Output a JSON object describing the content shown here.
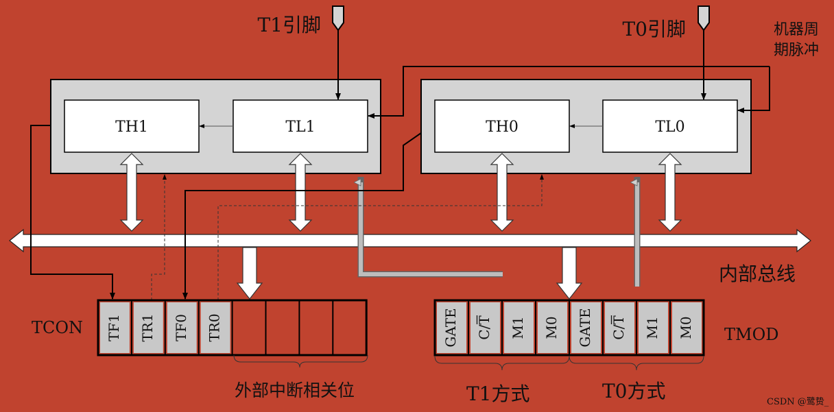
{
  "labels": {
    "t1_pin": "T1引脚",
    "t0_pin": "T0引脚",
    "machine_cycle": [
      "机器周",
      "期脉冲"
    ],
    "th1": "TH1",
    "tl1": "TL1",
    "th0": "TH0",
    "tl0": "TL0",
    "internal_bus": "内部总线",
    "tcon": "TCON",
    "tmod": "TMOD",
    "external_interrupt": "外部中断相关位",
    "t1_mode": "T1方式",
    "t0_mode": "T0方式"
  },
  "tcon_bits": [
    "TF1",
    "TR1",
    "TF0",
    "TR0",
    "",
    "",
    "",
    ""
  ],
  "tmod_bits": [
    "GATE",
    "C/T",
    "M1",
    "M0",
    "GATE",
    "C/T",
    "M1",
    "M0"
  ],
  "watermark": "CSDN @鹭贽_",
  "colors": {
    "background": "#c0432f",
    "timer_block": "#d4d4d4",
    "register": "#ffffff",
    "bus": "#ffffff",
    "shaded_bit": "#c8c8c8",
    "gray_path": "#bdbdbd"
  }
}
